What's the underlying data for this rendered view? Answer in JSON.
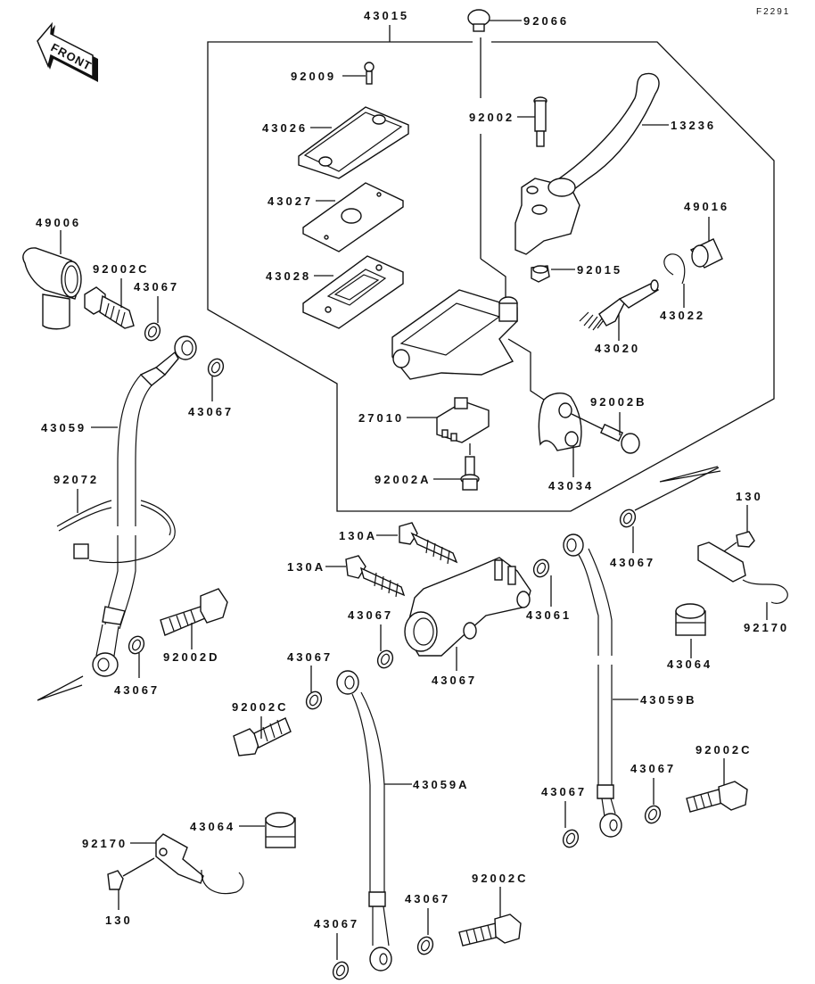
{
  "diagram": {
    "figure_ref": "F2291",
    "front_arrow_label": "FRONT",
    "assembly_label": "43015",
    "callouts": [
      {
        "id": "c43015",
        "text": "43015"
      },
      {
        "id": "c92066",
        "text": "92066"
      },
      {
        "id": "c92009",
        "text": "92009"
      },
      {
        "id": "c92002",
        "text": "92002"
      },
      {
        "id": "c13236",
        "text": "13236"
      },
      {
        "id": "c43026",
        "text": "43026"
      },
      {
        "id": "c43027",
        "text": "43027"
      },
      {
        "id": "c43028",
        "text": "43028"
      },
      {
        "id": "c49016",
        "text": "49016"
      },
      {
        "id": "c92015",
        "text": "92015"
      },
      {
        "id": "c43022",
        "text": "43022"
      },
      {
        "id": "c43020",
        "text": "43020"
      },
      {
        "id": "c92002B",
        "text": "92002B"
      },
      {
        "id": "c27010",
        "text": "27010"
      },
      {
        "id": "c43034",
        "text": "43034"
      },
      {
        "id": "c92002A",
        "text": "92002A"
      },
      {
        "id": "c49006",
        "text": "49006"
      },
      {
        "id": "c92002C_a",
        "text": "92002C"
      },
      {
        "id": "c43067_a",
        "text": "43067"
      },
      {
        "id": "c43067_b",
        "text": "43067"
      },
      {
        "id": "c43059",
        "text": "43059"
      },
      {
        "id": "c92072",
        "text": "92072"
      },
      {
        "id": "c92002D",
        "text": "92002D"
      },
      {
        "id": "c43067_c",
        "text": "43067"
      },
      {
        "id": "c130A_a",
        "text": "130A"
      },
      {
        "id": "c130A_b",
        "text": "130A"
      },
      {
        "id": "c43067_d",
        "text": "43067"
      },
      {
        "id": "c43067_e",
        "text": "43067"
      },
      {
        "id": "c43061",
        "text": "43061"
      },
      {
        "id": "c43067_f",
        "text": "43067"
      },
      {
        "id": "c92002C_b",
        "text": "92002C"
      },
      {
        "id": "c43067_g",
        "text": "43067"
      },
      {
        "id": "c130_a",
        "text": "130"
      },
      {
        "id": "c92170_a",
        "text": "92170"
      },
      {
        "id": "c43064_a",
        "text": "43064"
      },
      {
        "id": "c43059B",
        "text": "43059B"
      },
      {
        "id": "c43059A",
        "text": "43059A"
      },
      {
        "id": "c92002C_c",
        "text": "92002C"
      },
      {
        "id": "c43067_h",
        "text": "43067"
      },
      {
        "id": "c43067_i",
        "text": "43067"
      },
      {
        "id": "c43064_b",
        "text": "43064"
      },
      {
        "id": "c92170_b",
        "text": "92170"
      },
      {
        "id": "c130_b",
        "text": "130"
      },
      {
        "id": "c43067_j",
        "text": "43067"
      },
      {
        "id": "c43067_k",
        "text": "43067"
      },
      {
        "id": "c92002C_d",
        "text": "92002C"
      }
    ]
  }
}
